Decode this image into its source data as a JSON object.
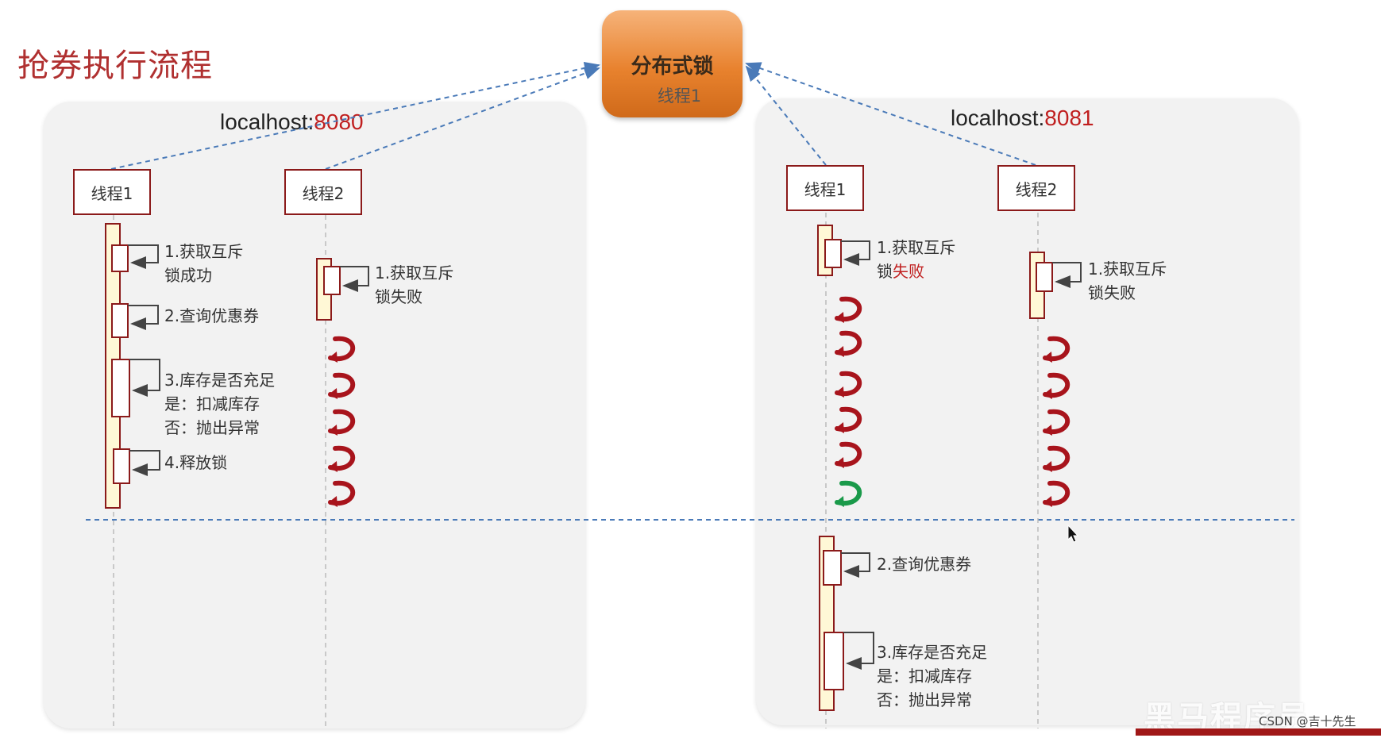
{
  "title": "抢券执行流程",
  "lock": {
    "title": "分布式锁",
    "owner": "线程1"
  },
  "servers": [
    {
      "host": "localhost:",
      "port": "8080",
      "threads": [
        {
          "label": "线程1",
          "steps": [
            "1.获取互斥\n锁成功",
            "2.查询优惠券",
            "3.库存是否充足\n是：扣减库存\n否：抛出异常",
            "4.释放锁"
          ]
        },
        {
          "label": "线程2",
          "steps": [
            "1.获取互斥\n锁失败"
          ]
        }
      ]
    },
    {
      "host": "localhost:",
      "port": "8081",
      "threads": [
        {
          "label": "线程1",
          "steps": [
            "1.获取互斥\n锁",
            "失败",
            "2.查询优惠券",
            "3.库存是否充足\n是：扣减库存\n否：抛出异常"
          ]
        },
        {
          "label": "线程2",
          "steps": [
            "1.获取互斥\n锁失败"
          ]
        }
      ]
    }
  ],
  "watermark": "黑马程序员",
  "credit": "CSDN @吉十先生",
  "colors": {
    "title": "#b03030",
    "port": "#c01f1f",
    "retry_arrow": "#a8141c",
    "success_arrow": "#1a9a4a",
    "dashed_link": "#4a7ab8",
    "activation_border": "#8b1a1a",
    "activation_fill": "#fff8d6"
  },
  "icons": {
    "retry": "curved-retry-arrow-icon",
    "success": "curved-success-arrow-icon"
  }
}
